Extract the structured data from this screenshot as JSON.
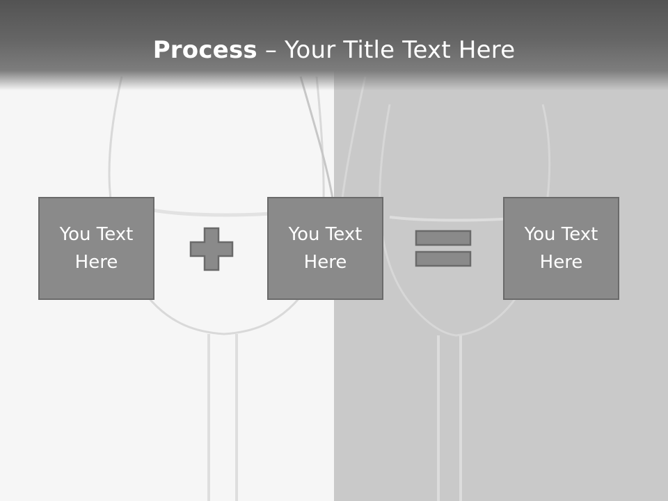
{
  "slide": {
    "title_bold": "Process",
    "title_rest": " – Your Title Text Here",
    "boxes": [
      {
        "line1": "You Text",
        "line2": "Here"
      },
      {
        "line1": "You Text",
        "line2": "Here"
      },
      {
        "line1": "You Text",
        "line2": "Here"
      }
    ],
    "operators": [
      "plus-icon",
      "equals-icon"
    ]
  },
  "colors": {
    "header": "#5f5f5f",
    "box_fill": "#8a8a8a",
    "box_border": "#6a6a6a",
    "left_background": "#f6f6f6",
    "right_background": "#c9c9c9"
  }
}
